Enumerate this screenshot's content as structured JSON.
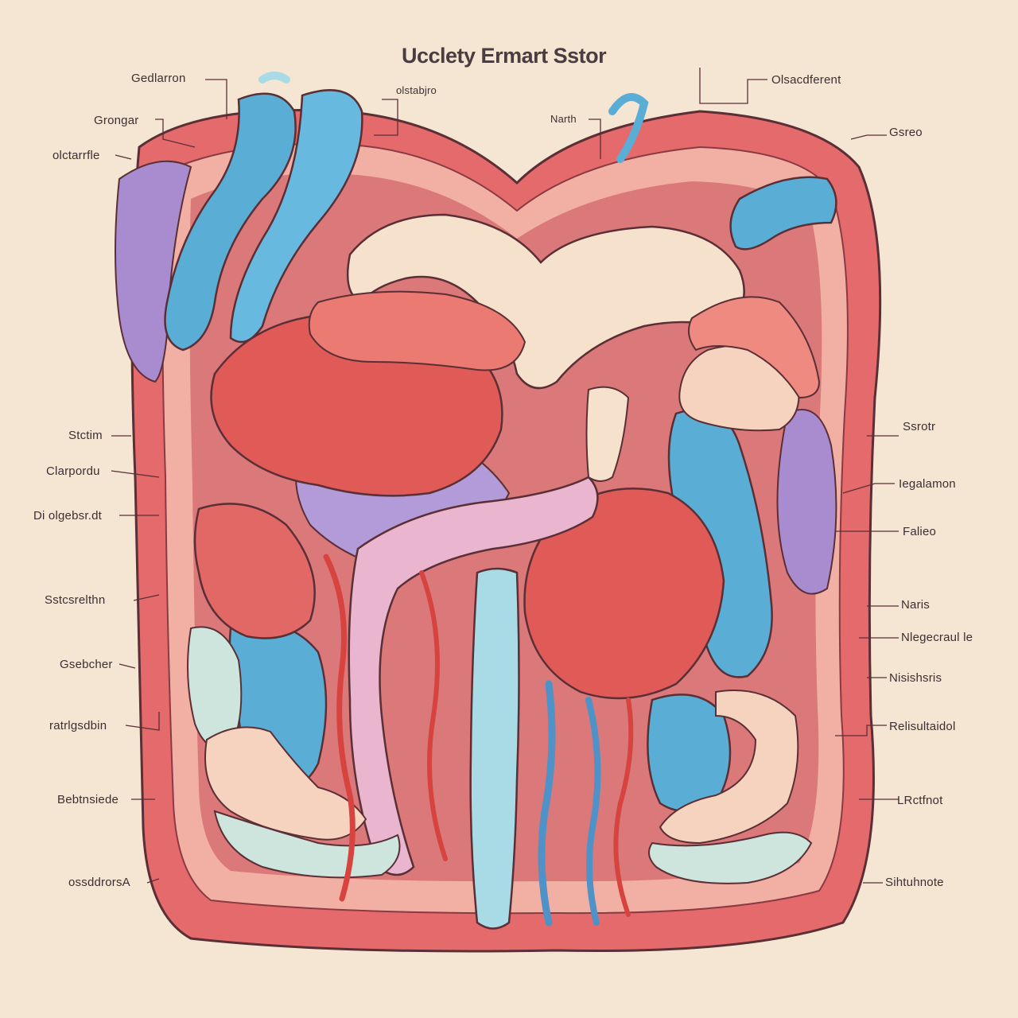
{
  "title": "Ucclety Ermart Sstor",
  "labels": {
    "top_left_1": "Gedlarron",
    "top_left_2": "Grongar",
    "top_left_3": "olctarrfle",
    "top_center_1": "olstabjro",
    "top_center_2": "Narth",
    "top_right_1": "Olsacdferent",
    "top_right_2": "Gsreo",
    "left_1": "Stctim",
    "left_2": "Clarpordu",
    "left_3": "Di olgebsr.dt",
    "left_4": "Sstcsrelthn",
    "left_5": "Gsebcher",
    "left_6": "ratrlgsdbin",
    "left_7": "Bebtnsiede",
    "left_8": "ossddrorsA",
    "right_1": "Ssrotr",
    "right_2": "Iegalamon",
    "right_3": "Falieo",
    "right_4": "Naris",
    "right_5": "Nlegecraul le",
    "right_6": "Nisishsris",
    "right_7": "Relisultaidol",
    "right_8": "LRctfnot",
    "right_9": "Sihtuhnote"
  },
  "colors": {
    "background": "#f4e6d2",
    "body_wall": "#e46a6c",
    "body_inner": "#f2b0a4",
    "blue_organ": "#5aaed6",
    "red_organ": "#e05a58",
    "cream_organ": "#f6e2cc",
    "pink_organ": "#eab6cf",
    "purple_organ": "#a98bd0",
    "line": "#5a2f35"
  }
}
